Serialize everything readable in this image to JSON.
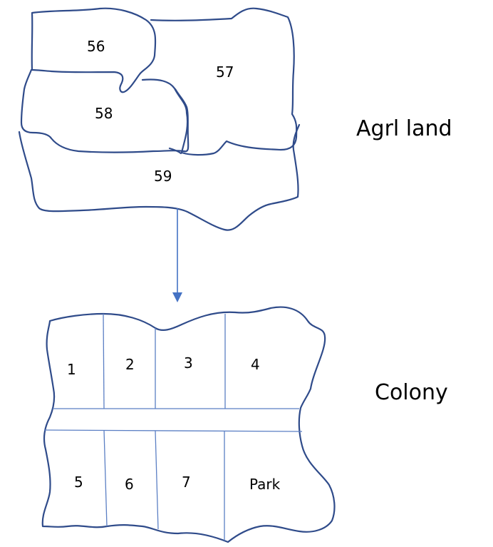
{
  "top": {
    "plots": {
      "p56": "56",
      "p57": "57",
      "p58": "58",
      "p59": "59"
    },
    "label": "Agrl land"
  },
  "bottom": {
    "plots": {
      "p1": "1",
      "p2": "2",
      "p3": "3",
      "p4": "4",
      "p5": "5",
      "p6": "6",
      "p7": "7",
      "park": "Park"
    },
    "label": "Colony"
  },
  "colors": {
    "outline": "#2f4b8a",
    "divider": "#5b7fc4",
    "arrow": "#4472c4"
  }
}
